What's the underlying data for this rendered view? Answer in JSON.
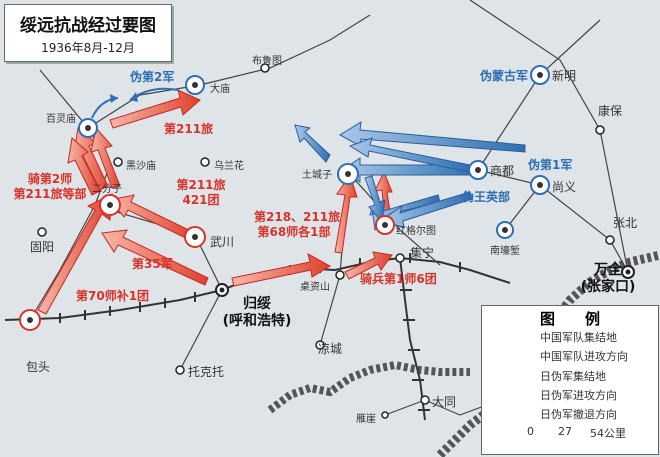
{
  "title": "绥远抗战经过要图",
  "subtitle": "1936年8月-12月",
  "places": {
    "baotou": "包头",
    "guyang": "固阳",
    "bailingmiao": "百灵庙",
    "damiao": "大庙",
    "bulutu": "布鲁图",
    "heishamiao": "黑沙庙",
    "wulanhua": "乌兰花",
    "erfenzi": "二分子",
    "wuchuan": "武川",
    "guisui": "归绥",
    "guisui_alt": "(呼和浩特)",
    "tuoketuo": "托克托",
    "liangcheng": "凉城",
    "zhuozishan": "桌资山",
    "jining": "集宁",
    "tuchengzi": "土城子",
    "honggeertu": "红格尔图",
    "nanhaoqian": "南壕堑",
    "shangdu": "商都",
    "shangyi": "尚义",
    "xinming": "新明",
    "kangbao": "康保",
    "zhangbei": "张北",
    "wanquan": "万全",
    "wanquan_alt": "(张家口)",
    "datong": "大同",
    "yanya": "雁崖"
  },
  "units": {
    "wei2jun": "伪第2军",
    "lv211_top": "第211旅",
    "qi2shi": "骑第2师",
    "lv211_etc": "第211旅等部",
    "lv211": "第211旅",
    "tuan421": "421团",
    "jun35": "第35军",
    "shi70": "第70师补1团",
    "combo1": "第218、211旅",
    "combo2": "第68师各1部",
    "qibing": "骑兵第1师6团",
    "weimenggu": "伪蒙古军",
    "wei1jun": "伪第1军",
    "weiwangying": "伪王英部"
  },
  "legend": {
    "title": "图例",
    "items": [
      "中国军队集结地",
      "中国军队进攻方向",
      "日伪军集结地",
      "日伪军进攻方向",
      "日伪军撤退方向"
    ],
    "scale_ticks": [
      "0",
      "27",
      "54公里"
    ]
  },
  "colors": {
    "china_red": "#d8322a",
    "enemy_blue": "#2e6fb3",
    "map_bg": "#dfe4e8"
  }
}
